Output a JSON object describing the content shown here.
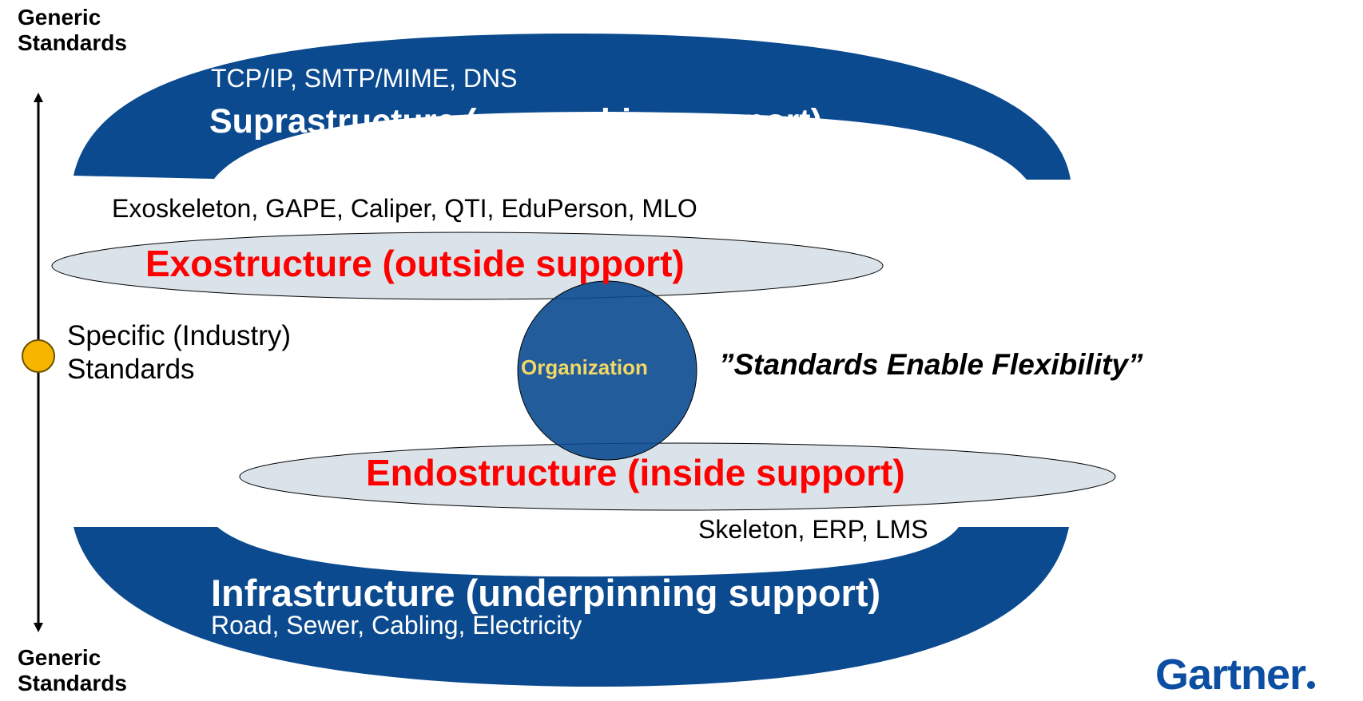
{
  "axis": {
    "top_label": "Generic\nStandards",
    "middle_label": "Specific (Industry)\nStandards",
    "bottom_label": "Generic\nStandards"
  },
  "suprastructure": {
    "examples": "TCP/IP, SMTP/MIME, DNS",
    "title": "Suprastructure (overarching support)"
  },
  "exostructure": {
    "examples": "Exoskeleton, GAPE, Caliper, QTI, EduPerson, MLO",
    "title": "Exostructure (outside support)"
  },
  "organization": {
    "label": "Organization"
  },
  "tagline": "”Standards Enable Flexibility”",
  "endostructure": {
    "title": "Endostructure (inside support)",
    "examples": "Skeleton, ERP, LMS"
  },
  "infrastructure": {
    "title": "Infrastructure (underpinning support)",
    "examples": "Road, Sewer, Cabling, Electricity"
  },
  "logo": {
    "text": "Gartner"
  },
  "colors": {
    "navy": "#0b4a8f",
    "band_fill": "#dbe3ea",
    "accent_red": "#ff0000",
    "org_text": "#f2d864",
    "marker_fill": "#f7b500",
    "logo_blue": "#0b4ea2"
  }
}
